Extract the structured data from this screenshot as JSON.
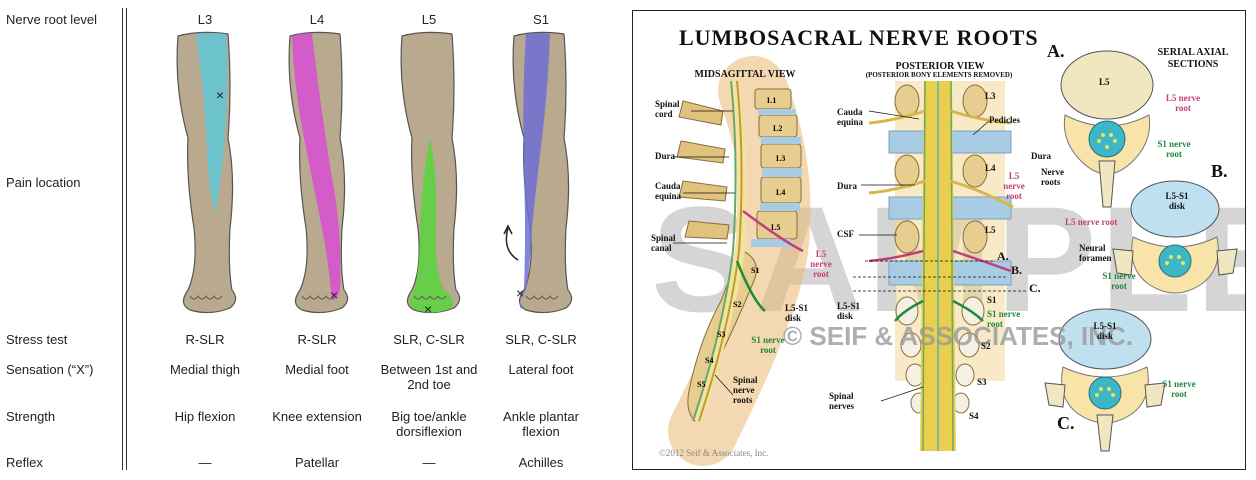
{
  "left_panel": {
    "row_labels": {
      "level": "Nerve root level",
      "pain": "Pain location",
      "stress": "Stress test",
      "sensation": "Sensation (“X”)",
      "strength": "Strength",
      "reflex": "Reflex"
    },
    "columns": [
      {
        "level": "L3",
        "stress": "R-SLR",
        "sensation": "Medial thigh",
        "strength": "Hip flexion",
        "reflex": "—",
        "color": "#5fc8d6"
      },
      {
        "level": "L4",
        "stress": "R-SLR",
        "sensation": "Medial foot",
        "strength": "Knee extension",
        "reflex": "Patellar",
        "color": "#d84fd3"
      },
      {
        "level": "L5",
        "stress": "SLR, C-SLR",
        "sensation": "Between 1st and 2nd toe",
        "strength": "Big toe/ankle dorsiflexion",
        "reflex": "—",
        "color": "#5ed141"
      },
      {
        "level": "S1",
        "stress": "SLR, C-SLR",
        "sensation": "Lateral foot",
        "strength": "Ankle plantar flexion",
        "reflex": "Achilles",
        "color": "#6e6fd6"
      }
    ]
  },
  "right_panel": {
    "title": "LUMBOSACRAL NERVE ROOTS",
    "midsagittal_title": "MIDSAGITTAL VIEW",
    "posterior_title": "POSTERIOR VIEW",
    "posterior_subtitle": "(POSTERIOR BONY ELEMENTS REMOVED)",
    "serial_title": "SERIAL AXIAL SECTIONS",
    "watermark": "SAMPLE",
    "watermark_company": "© SEIF & ASSOCIATES, INC.",
    "copyright": "©2012 Seif & Associates, Inc.",
    "midsagittal_labels": {
      "spinal_cord": "Spinal cord",
      "dura": "Dura",
      "cauda_equina": "Cauda equina",
      "spinal_canal": "Spinal canal",
      "l5_nerve_root": "L5 nerve root",
      "l5s1_disk": "L5-S1 disk",
      "s1_nerve_root": "S1 nerve root",
      "spinal_nerve_roots": "Spinal nerve roots"
    },
    "vertebra_labels": [
      "L1",
      "L2",
      "L3",
      "L4",
      "L5",
      "S1",
      "S2",
      "S3",
      "S4",
      "S5"
    ],
    "posterior_labels": {
      "l3": "L3",
      "cauda_equina": "Cauda equina",
      "pedicles": "Pedicles",
      "l4": "L4",
      "dura": "Dura",
      "l5_nerve_root": "L5 nerve root",
      "csf": "CSF",
      "l5": "L5",
      "a": "A.",
      "b": "B.",
      "c": "C.",
      "l5s1_disk": "L5-S1 disk",
      "s1": "S1",
      "s1_nerve_root": "S1 nerve root",
      "s2": "S2",
      "s3": "S3",
      "spinal_nerves": "Spinal nerves",
      "s4": "S4"
    },
    "axial_labels": {
      "a": "A.",
      "l5": "L5",
      "l5_nerve_root_a": "L5 nerve root",
      "s1_nerve_root_a": "S1 nerve root",
      "dura": "Dura",
      "nerve_roots": "Nerve roots",
      "b": "B.",
      "l5s1_disk_b": "L5-S1 disk",
      "l5_nerve_root_b": "L5 nerve root",
      "neural_foramen": "Neural foramen",
      "s1_nerve_root_b": "S1 nerve root",
      "l5s1_disk_c": "L5-S1 disk",
      "s1_nerve_root_c": "S1 nerve root",
      "c": "C."
    }
  }
}
